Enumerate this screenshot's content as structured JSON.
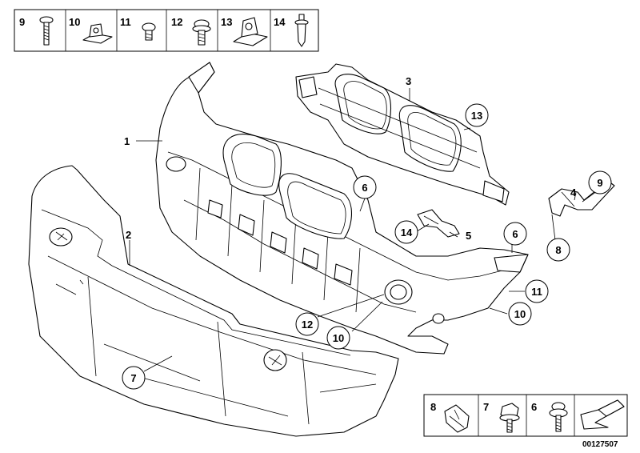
{
  "legend_top": [
    {
      "number": "9",
      "icon": "screw-icon"
    },
    {
      "number": "10",
      "icon": "clip-nut-icon"
    },
    {
      "number": "11",
      "icon": "short-screw-icon"
    },
    {
      "number": "12",
      "icon": "washer-screw-icon"
    },
    {
      "number": "13",
      "icon": "large-clip-nut-icon"
    },
    {
      "number": "14",
      "icon": "expanding-rivet-icon"
    }
  ],
  "legend_bottom": [
    {
      "number": "8",
      "icon": "clip-icon"
    },
    {
      "number": "7",
      "icon": "flange-screw-icon"
    },
    {
      "number": "6",
      "icon": "collar-screw-icon"
    },
    {
      "number": "",
      "icon": "direction-arrow-icon"
    }
  ],
  "labels": {
    "part1": "1",
    "part2": "2",
    "part3": "3",
    "part4": "4",
    "part5": "5",
    "part6a": "6",
    "part6b": "6",
    "part7": "7",
    "part8": "8",
    "part9": "9",
    "part10a": "10",
    "part10b": "10",
    "part11": "11",
    "part12": "12",
    "part13": "13",
    "part14": "14"
  },
  "reference_number": "00127507"
}
